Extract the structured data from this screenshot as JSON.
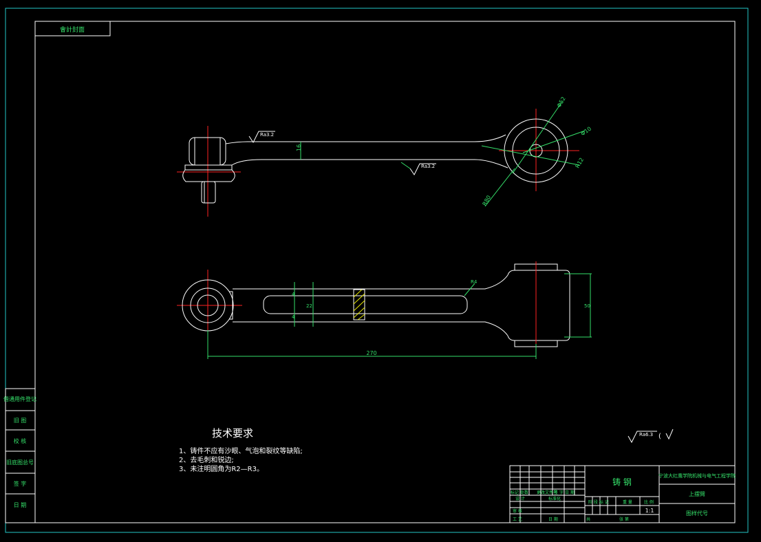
{
  "sheet": {
    "top_left_label": "會計封面",
    "side_labels": [
      "借通用件登记",
      "旧 图",
      "校 核",
      "旧底图总号",
      "签 字",
      "日 期"
    ]
  },
  "front_view": {
    "roughness_1": "Ra3.2",
    "roughness_2": "Ra3.2",
    "dim_thickness": "16",
    "dim_dia_outer": "Φ52",
    "dim_dia_inner": "Φ10",
    "dim_r12": "R12",
    "dim_r80": "R80"
  },
  "top_view": {
    "dim_4a": "4",
    "dim_4b": "4",
    "dim_22": "22",
    "dim_r4": "R4",
    "dim_50": "50",
    "dim_270": "270"
  },
  "tech_requirements": {
    "heading": "技术要求",
    "items": [
      "1、铸件不应有沙眼、气泡和裂纹等缺陷;",
      "2、去毛刺和锐边;",
      "3、未注明圆角为R2—R3。"
    ]
  },
  "general_roughness": {
    "value": "Ra6.3",
    "suffix": "("
  },
  "title_block": {
    "material": "铸 钢",
    "school": "宁波大红鹰学院机械与电气工程学院",
    "part_name": "上摆臂",
    "drawing_no": "图样代号",
    "scale": "1:1",
    "row_labels": [
      "标记",
      "处数",
      "更改文件号",
      "签 字",
      "日 期"
    ],
    "sign_labels": [
      "设 计",
      "标准化",
      "审 核",
      "工 艺",
      "日 期"
    ],
    "stage_labels": [
      "阶 段 标 记",
      "重 量",
      "比 例"
    ],
    "sheet_label": "共",
    "sheet_label_2": "张 第"
  }
}
